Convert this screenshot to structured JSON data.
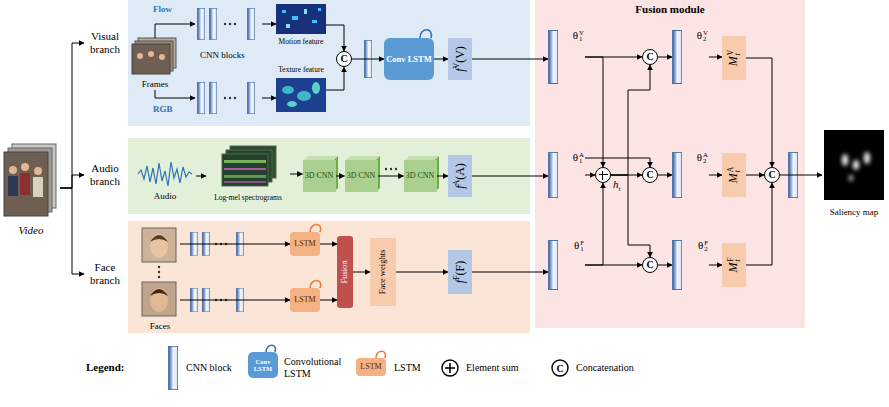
{
  "diagram": {
    "nodes": [
      {
        "text": [
          "Video"
        ]
      },
      {
        "text": [
          "Visual branch"
        ]
      },
      {
        "text": [
          "Audio branch"
        ]
      },
      {
        "text": [
          "Face branch"
        ]
      },
      {
        "text": [
          "Fusion module"
        ]
      },
      {
        "text": [
          "Frames"
        ],
        "in": 1
      },
      {
        "text": [
          "Flow"
        ],
        "in": 1
      },
      {
        "text": [
          "RGB"
        ],
        "in": 1
      },
      {
        "text": [
          "Motion feature"
        ],
        "in": 1
      },
      {
        "text": [
          "Texture feature"
        ],
        "in": 1
      },
      {
        "text": [
          "C"
        ],
        "in": 1
      },
      {
        "text": [
          "Conv LSTM"
        ],
        "in": 1
      },
      {
        "text": [
          "f",
          "V",
          "(V)"
        ],
        "in": 1
      },
      {
        "text": [
          "Audio"
        ],
        "in": 2
      },
      {
        "text": [
          "Log-mel spectrograms"
        ],
        "in": 2
      },
      {
        "text": [
          "3D CNN"
        ],
        "in": 2
      },
      {
        "text": [
          "3D CNN"
        ],
        "in": 2
      },
      {
        "text": [
          "3D CNN"
        ],
        "in": 2
      },
      {
        "text": [
          "f",
          "A",
          "(A)"
        ],
        "in": 2
      },
      {
        "text": [
          "Faces"
        ],
        "in": 3
      },
      {
        "text": [
          "LSTM"
        ],
        "in": 3
      },
      {
        "text": [
          "LSTM"
        ],
        "in": 3
      },
      {
        "text": [
          "Fusion"
        ],
        "in": 3
      },
      {
        "text": [
          "Face weights"
        ],
        "in": 3
      },
      {
        "text": [
          "f",
          "F",
          "(F)"
        ],
        "in": 3
      },
      {
        "text": [
          "θ",
          "V",
          "1"
        ],
        "in": 4
      },
      {
        "text": [
          "θ",
          "A",
          "1"
        ],
        "in": 4
      },
      {
        "text": [
          "θ",
          "F",
          "1"
        ],
        "in": 4
      },
      {
        "text": [
          "h",
          "t"
        ],
        "in": 4
      },
      {
        "text": [
          "C"
        ],
        "in": 4
      },
      {
        "text": [
          "C"
        ],
        "in": 4
      },
      {
        "text": [
          "C"
        ],
        "in": 4
      },
      {
        "text": [
          "θ",
          "V",
          "2"
        ],
        "in": 4
      },
      {
        "text": [
          "θ",
          "A",
          "2"
        ],
        "in": 4
      },
      {
        "text": [
          "θ",
          "F",
          "2"
        ],
        "in": 4
      },
      {
        "text": [
          "M",
          "V",
          "t"
        ],
        "in": 4
      },
      {
        "text": [
          "M",
          "A",
          "t"
        ],
        "in": 4
      },
      {
        "text": [
          "M",
          "F",
          "t"
        ],
        "in": 4
      },
      {
        "text": [
          "C"
        ],
        "in": 4
      },
      {
        "text": [
          "Saliency map"
        ]
      }
    ],
    "edges": [
      {
        "from": 0,
        "to": 1,
        "arrow": "to"
      },
      {
        "from": 0,
        "to": 2,
        "arrow": "to"
      },
      {
        "from": 0,
        "to": 3,
        "arrow": "to"
      },
      {
        "from": 5,
        "to": 6,
        "arrow": "to"
      },
      {
        "from": 5,
        "to": 7,
        "arrow": "to"
      },
      {
        "from": 6,
        "to": 8,
        "arrow": "to"
      },
      {
        "from": 7,
        "to": 9,
        "arrow": "to"
      },
      {
        "from": 8,
        "to": 10,
        "arrow": "to"
      },
      {
        "from": 9,
        "to": 10,
        "arrow": "to"
      },
      {
        "from": 10,
        "to": 11,
        "arrow": "to"
      },
      {
        "from": 11,
        "to": 12,
        "arrow": "to"
      },
      {
        "from": 12,
        "to": 25,
        "arrow": "to"
      },
      {
        "from": 13,
        "to": 14,
        "arrow": "to"
      },
      {
        "from": 14,
        "to": 15,
        "arrow": "to"
      },
      {
        "from": 15,
        "to": 16,
        "arrow": "to"
      },
      {
        "from": 16,
        "to": 17,
        "arrow": "to"
      },
      {
        "from": 17,
        "to": 18,
        "arrow": "to"
      },
      {
        "from": 18,
        "to": 26,
        "arrow": "to"
      },
      {
        "from": 19,
        "to": 20,
        "arrow": "to"
      },
      {
        "from": 19,
        "to": 21,
        "arrow": "to"
      },
      {
        "from": 20,
        "to": 22,
        "arrow": "to"
      },
      {
        "from": 21,
        "to": 22,
        "arrow": "to"
      },
      {
        "from": 22,
        "to": 23,
        "arrow": "to"
      },
      {
        "from": 23,
        "to": 24,
        "arrow": "to"
      },
      {
        "from": 24,
        "to": 27,
        "arrow": "to"
      },
      {
        "from": 25,
        "to": 28,
        "arrow": "to"
      },
      {
        "from": 26,
        "to": 28,
        "arrow": "to"
      },
      {
        "from": 27,
        "to": 28,
        "arrow": "to"
      },
      {
        "from": 25,
        "to": 29,
        "arrow": "to"
      },
      {
        "from": 28,
        "to": 29,
        "arrow": "to"
      },
      {
        "from": 28,
        "to": 30,
        "arrow": "to"
      },
      {
        "from": 28,
        "to": 31,
        "arrow": "to"
      },
      {
        "from": 26,
        "to": 30,
        "arrow": "to"
      },
      {
        "from": 27,
        "to": 31,
        "arrow": "to"
      },
      {
        "from": 29,
        "to": 32,
        "arrow": "to"
      },
      {
        "from": 30,
        "to": 33,
        "arrow": "to"
      },
      {
        "from": 31,
        "to": 34,
        "arrow": "to"
      },
      {
        "from": 32,
        "to": 35,
        "arrow": "to"
      },
      {
        "from": 33,
        "to": 36,
        "arrow": "to"
      },
      {
        "from": 34,
        "to": 37,
        "arrow": "to"
      },
      {
        "from": 35,
        "to": 38,
        "arrow": "to"
      },
      {
        "from": 36,
        "to": 38,
        "arrow": "to"
      },
      {
        "from": 37,
        "to": 38,
        "arrow": "to"
      },
      {
        "from": 38,
        "to": 39,
        "arrow": "to"
      }
    ],
    "labels": [
      "CNN blocks",
      "Legend:",
      "Conv LSTM",
      "LSTM",
      "C"
    ],
    "legend": [
      {
        "text": "CNN block"
      },
      {
        "text": "Convolutional LSTM"
      },
      {
        "text": "LSTM"
      },
      {
        "text": "Element sum"
      },
      {
        "text": "Concatenation"
      }
    ]
  }
}
